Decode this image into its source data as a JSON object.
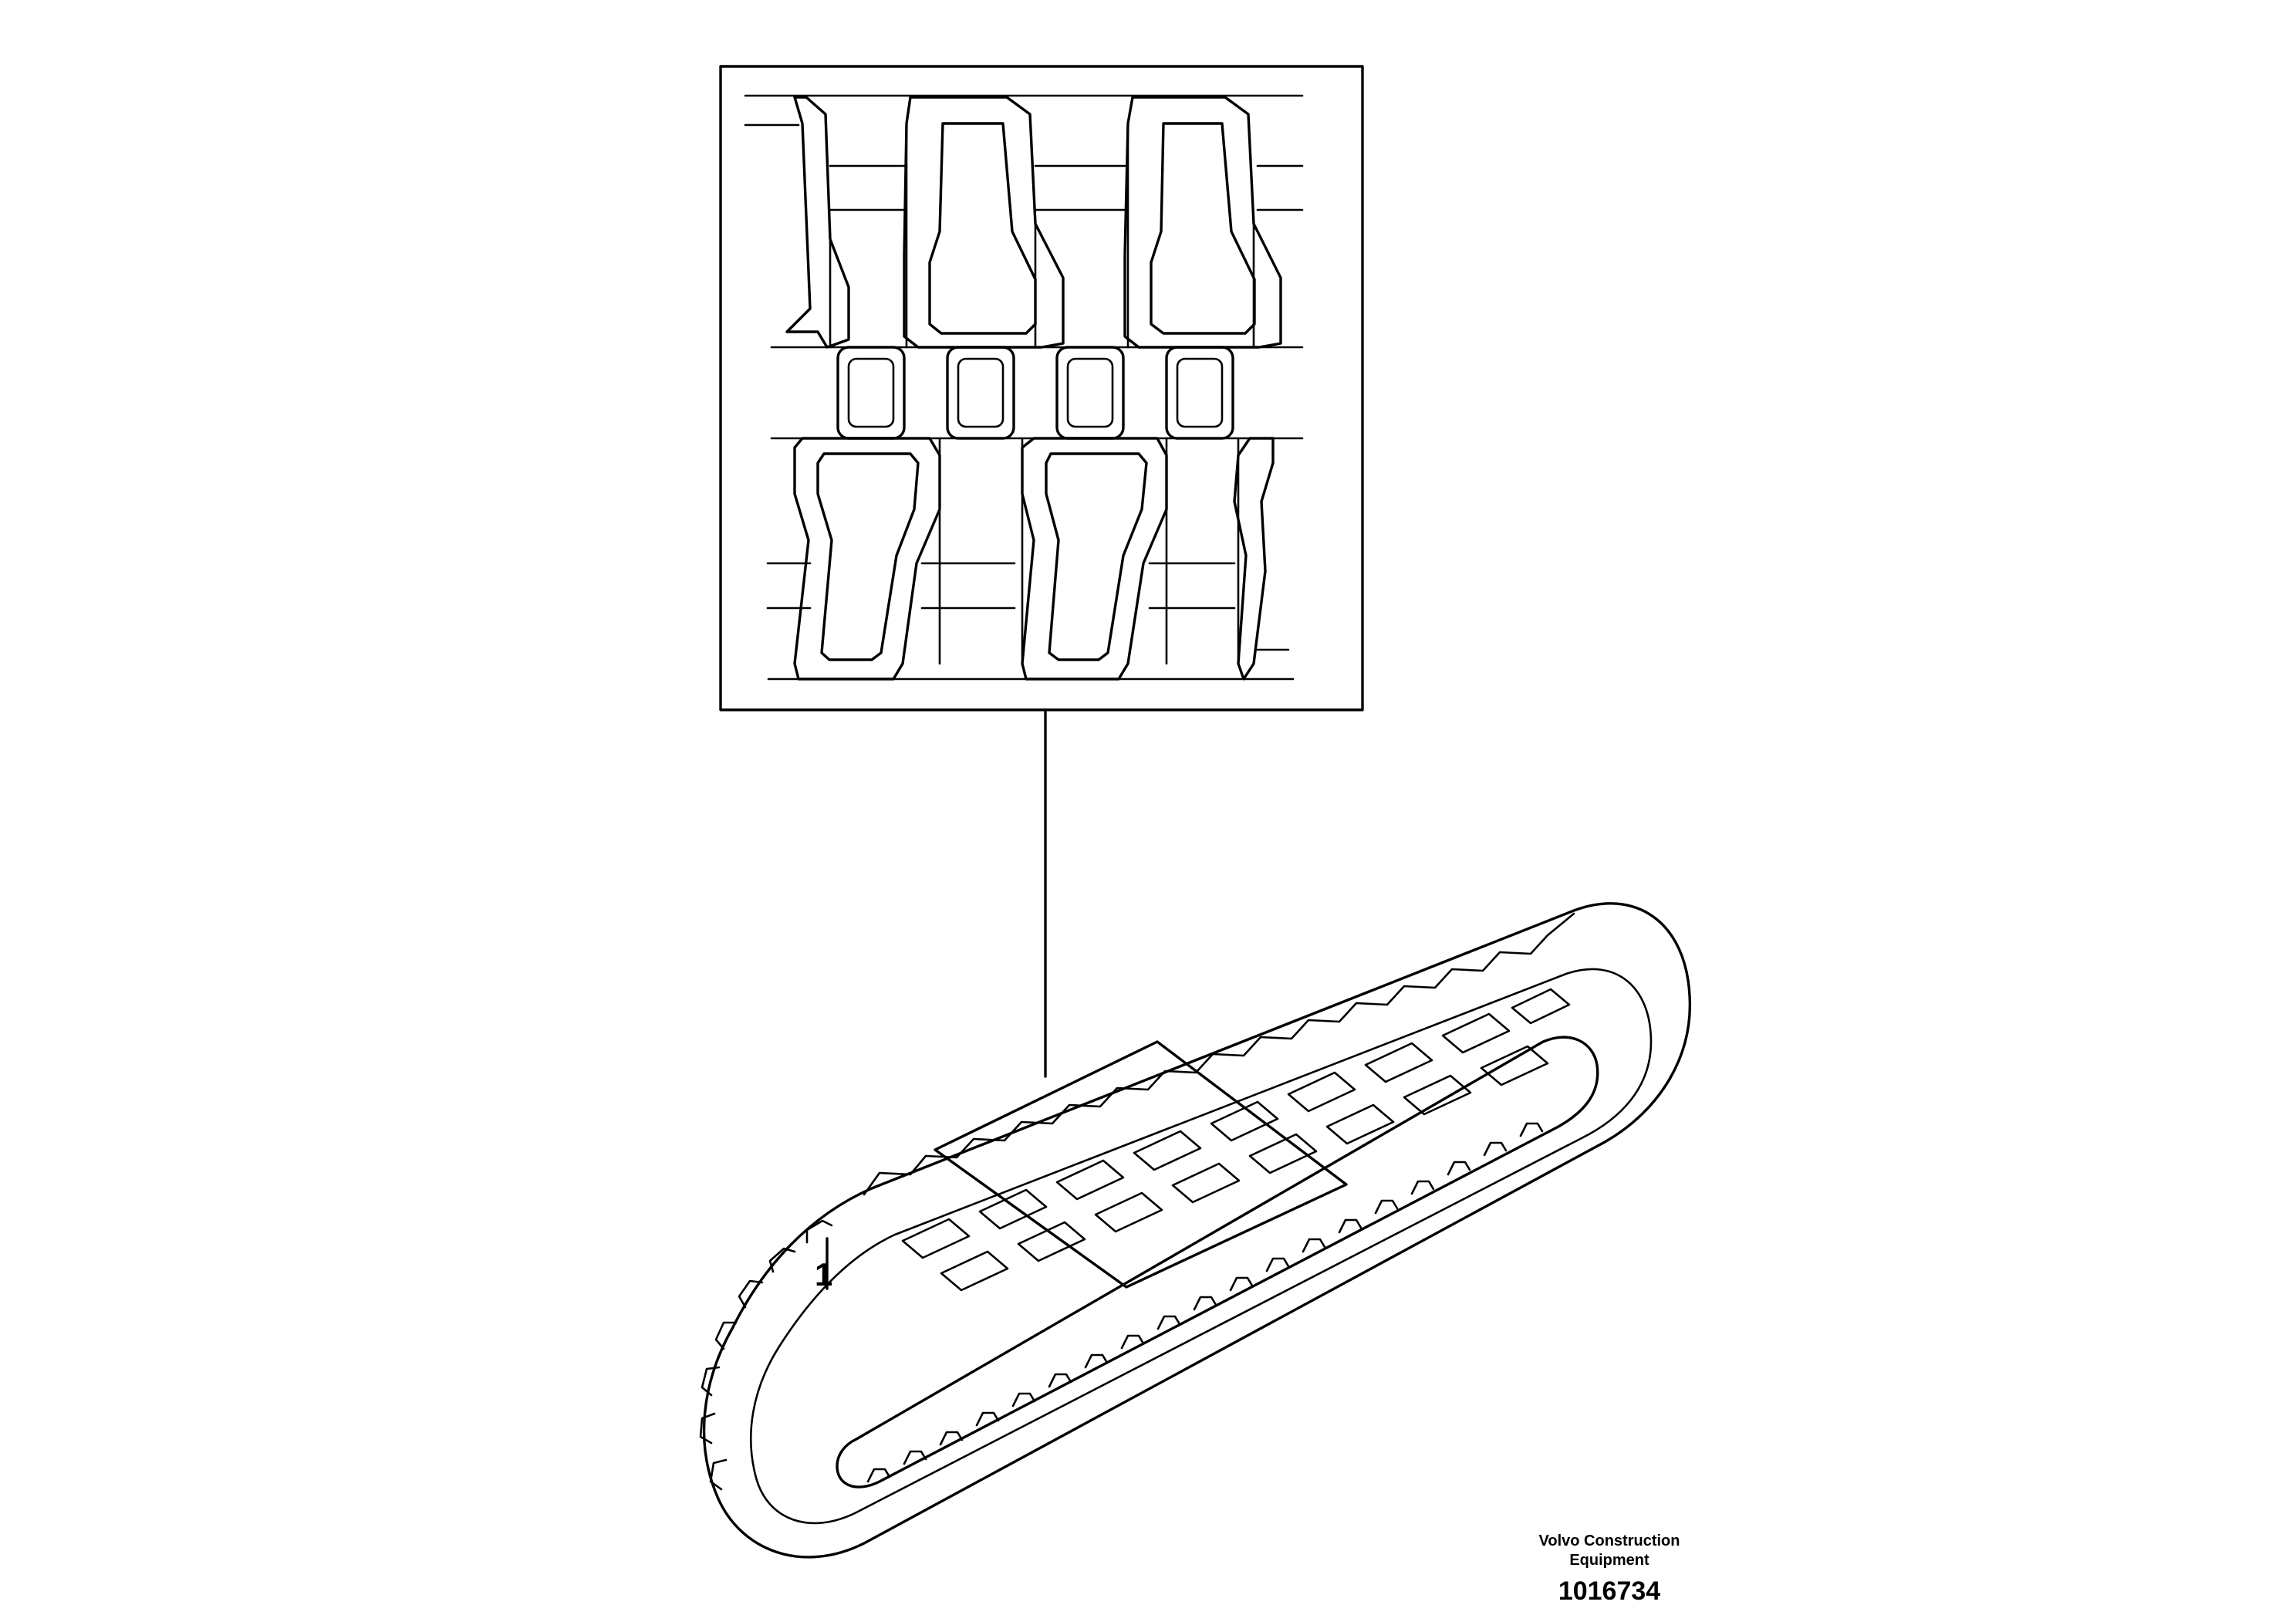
{
  "callout": {
    "number": "1"
  },
  "brand": {
    "line1": "Volvo Construction",
    "line2": "Equipment"
  },
  "drawing": {
    "number": "1016734"
  }
}
